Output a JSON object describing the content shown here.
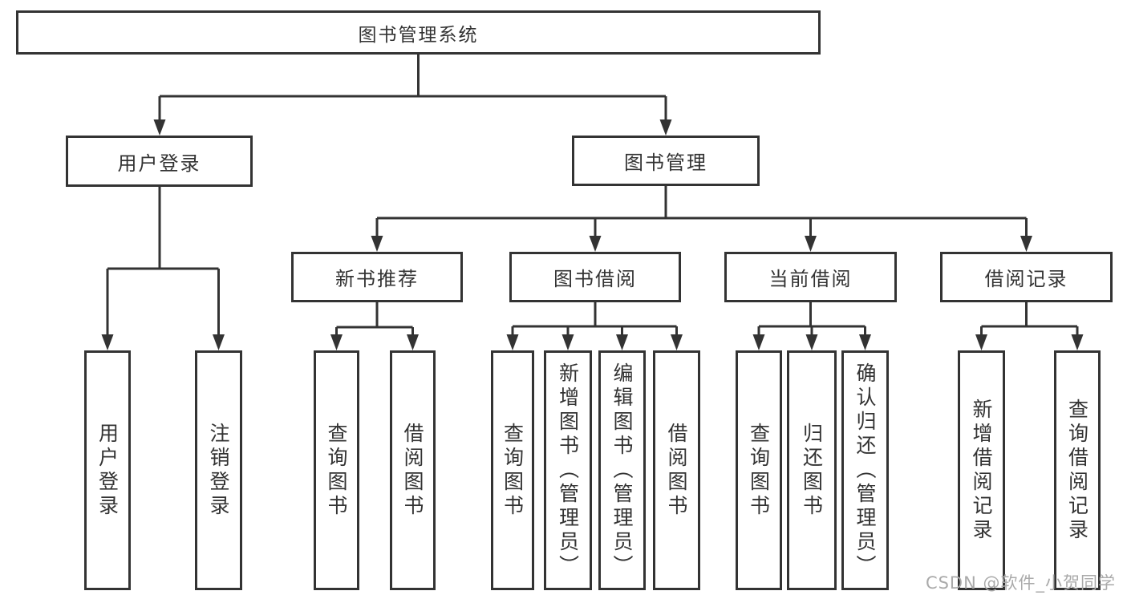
{
  "diagram": {
    "root": {
      "label": "图书管理系统"
    },
    "level2": [
      {
        "label": "用户登录"
      },
      {
        "label": "图书管理"
      }
    ],
    "level3": [
      {
        "label": "新书推荐"
      },
      {
        "label": "图书借阅"
      },
      {
        "label": "当前借阅"
      },
      {
        "label": "借阅记录"
      }
    ],
    "leaves": {
      "user_login": [
        "用户登录",
        "注销登录"
      ],
      "new_book_recommend": [
        "查询图书",
        "借阅图书"
      ],
      "book_borrow": [
        "查询图书",
        "新增图书（管理员）",
        "编辑图书（管理员）",
        "借阅图书"
      ],
      "current_borrow": [
        "查询图书",
        "归还图书",
        "确认归还（管理员）"
      ],
      "borrow_record": [
        "新增借阅记录",
        "查询借阅记录"
      ]
    },
    "watermark": "CSDN @软件_小贺同学",
    "colors": {
      "line": "#333333",
      "text": "#333333",
      "watermark": "#aaaaaa",
      "background": "#ffffff"
    }
  }
}
